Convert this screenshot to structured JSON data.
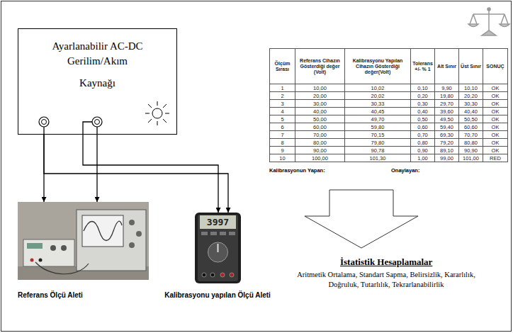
{
  "diagram": {
    "nodes": [
      {
        "text": [
          "Ayarlanabilir AC-DC Gerilim/Akım",
          "Kaynağı"
        ]
      },
      {
        "text": [
          "Referans Ölçü Aleti"
        ]
      },
      {
        "text": [
          "Kalibrasyonu yapılan Ölçü Aleti"
        ]
      }
    ],
    "edges": [
      {
        "from": 0,
        "to": 1,
        "arrow": "to"
      },
      {
        "from": 0,
        "to": 1,
        "arrow": "to"
      },
      {
        "from": 0,
        "to": 2,
        "arrow": "to"
      },
      {
        "from": 0,
        "to": 2,
        "arrow": "to"
      }
    ],
    "labels": [
      "Ölçüm Sırası",
      "Referans Cihazın Gösterdiği değer (Volt)",
      "Kalibrasyonu Yapılan Cihazın Gösterdiği değer(Volt)",
      "Tolerans +/- % 1",
      "Alt Sınır",
      "Üst Sınır",
      "SONUÇ",
      "1",
      "10,00",
      "10,02",
      "0,10",
      "9,90",
      "10,10",
      "OK",
      "2",
      "20,00",
      "20,02",
      "0,20",
      "19,80",
      "20,20",
      "OK",
      "3",
      "30,00",
      "30,33",
      "0,30",
      "29,70",
      "30,30",
      "OK",
      "4",
      "40,00",
      "40,45",
      "0,40",
      "39,60",
      "40,40",
      "OK",
      "5",
      "50,00",
      "49,70",
      "0,50",
      "49,50",
      "50,50",
      "OK",
      "6",
      "60,00",
      "59,80",
      "0,60",
      "59,40",
      "60,60",
      "OK",
      "7",
      "70,00",
      "70,15",
      "0,70",
      "69,30",
      "70,70",
      "OK",
      "8",
      "80,00",
      "79,80",
      "0,80",
      "79,20",
      "80,80",
      "OK",
      "9",
      "90,00",
      "90,78",
      "0,90",
      "89,10",
      "90,90",
      "OK",
      "10",
      "100,00",
      "101,30",
      "1,00",
      "99,00",
      "101,00",
      "RED",
      "Kalibrasyonun Yapan:",
      "Onaylayan:",
      "3997",
      "İstatistik Hesaplamalar",
      "Aritmetik Ortalama, Standart Sapma, Belirsizlik, Kararlılık, Doğruluk, Tutarlılık, Tekrarlanabilirlik"
    ]
  }
}
